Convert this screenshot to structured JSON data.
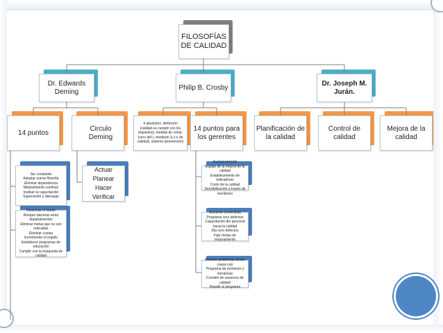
{
  "root": {
    "label": "FILOSOFÍAS DE CALIDAD"
  },
  "authors": [
    {
      "label": "Dr. Edwards Deming"
    },
    {
      "label": "Philip B. Crosby"
    },
    {
      "label": "Dr. Joseph M. Jurán."
    }
  ],
  "deming": {
    "c1": {
      "label": "14 puntos"
    },
    "c2": {
      "label": "Circulo Deming"
    },
    "points_a": [
      "Ser constante",
      "Adoptar nueva filosofía",
      "Eliminar dependencia",
      "Mejoramiento continuo",
      "Instituir la capacitación",
      "Supervisión y liderazgo"
    ],
    "points_b": [
      "Desechar el miedo",
      "Romper barreras entre departamentos",
      "Eliminar metas que no son indicadas",
      "Eliminar cuotas",
      "Incrementar el orgullo",
      "Establecer programas de educación",
      "Cumplir con la búsqueda de calidad"
    ],
    "cycle": [
      "Actuar",
      "Planear",
      "Hacer",
      "Verificar"
    ]
  },
  "crosby": {
    "c1": {
      "label": "4 absolutos: definición (calidad es cumplir con los requisitos), medida de comp. (cero def.), medición (c.t.o de calidad), sistema (prevención)"
    },
    "c2": {
      "label": "14 puntos para los gerentes"
    },
    "points_a": [
      "Involucramiento",
      "Equipo de la mejora de la calidad",
      "Establecimiento de indicadores",
      "Costo de la calidad",
      "Sensibilización a través de monitoreo"
    ],
    "points_b": [
      "Acciones correctivas",
      "Programa cero defectos",
      "Capacitación del personal hacia la calidad",
      "Dia cero defectos",
      "Fijar metas de mejoramiento"
    ],
    "points_c": [
      "Eliminar problemas desde causa raíz",
      "Programa de mentores y mentorías",
      "Comités de asesores de calidad",
      "Repetir el programa"
    ]
  },
  "juran": {
    "items": [
      {
        "label": "Planificación de la calidad"
      },
      {
        "label": "Control de calidad"
      },
      {
        "label": "Mejora de la calidad"
      }
    ]
  },
  "colors": {
    "gray": "#7f7f7f",
    "teal": "#4aaec8",
    "orange": "#f79646",
    "blue": "#4a7ebb",
    "lines": "#7f7f7f",
    "accent_disk": "#4f86c6"
  }
}
